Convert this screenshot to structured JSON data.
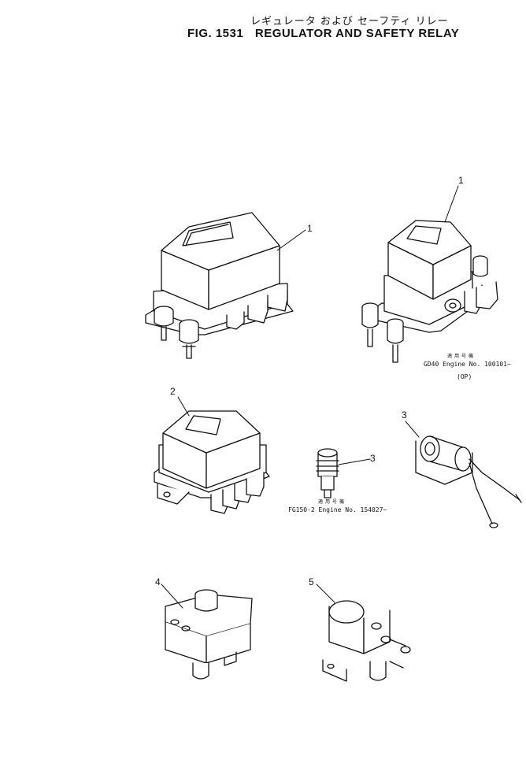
{
  "header": {
    "title_jp": "レギュレータ および セーフティ リレー",
    "fig_number": "FIG. 1531",
    "title_en": "REGULATOR AND SAFETY RELAY"
  },
  "callouts": [
    "1",
    "1",
    "2",
    "3",
    "3",
    "4",
    "5"
  ],
  "notes": {
    "gd40": {
      "jp": "適用号機",
      "model": "GD40",
      "engine": "Engine No. 100101~",
      "extra": "(OP)"
    },
    "fg150": {
      "jp": "適用号機",
      "model": "FG150-2",
      "engine": "Engine No. 154027~"
    }
  }
}
